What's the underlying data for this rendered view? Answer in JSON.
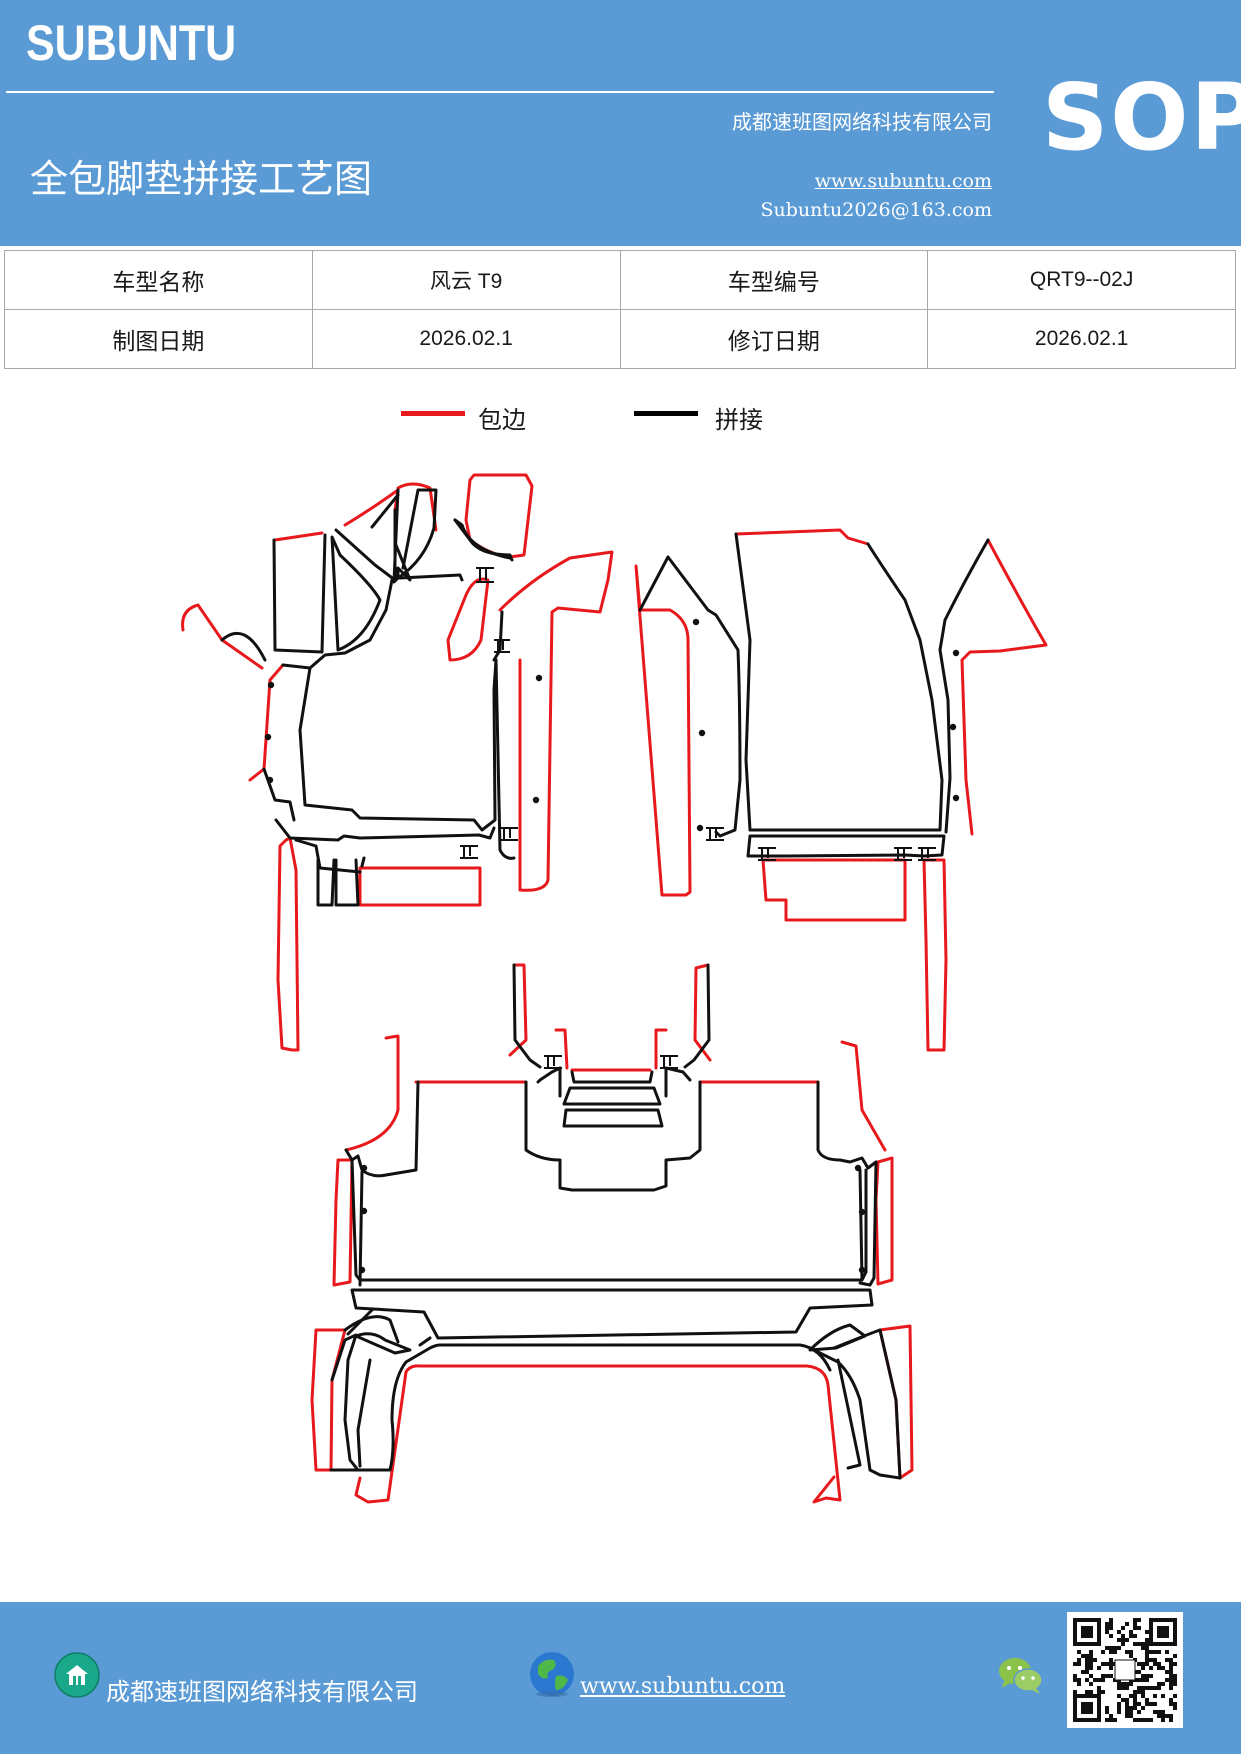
{
  "header": {
    "brand": "SUBUNTU",
    "company": "成都速班图网络科技有限公司",
    "title": "全包脚垫拼接工艺图",
    "website": "www.subuntu.com",
    "email": "Subuntu2026@163.com",
    "badge": "SOP"
  },
  "info_table": {
    "rows": [
      [
        {
          "label": "车型名称",
          "value": "风云 T9"
        },
        {
          "label": "车型编号",
          "value": "QRT9--02J"
        }
      ],
      [
        {
          "label": "制图日期",
          "value": "2026.02.1"
        },
        {
          "label": "修订日期",
          "value": "2026.02.1"
        }
      ]
    ]
  },
  "legend": {
    "items": [
      {
        "label": "包边",
        "color": "#e8191c"
      },
      {
        "label": "拼接",
        "color": "#000000"
      }
    ]
  },
  "drawing": {
    "edge_color": "#e8191c",
    "seam_color": "#111111"
  },
  "footer": {
    "company": "成都速班图网络科技有限公司",
    "website": "www.subuntu.com",
    "home_icon": "home-icon",
    "globe_icon": "globe-icon",
    "wechat_icon": "wechat-icon",
    "qr_icon": "qr-code-icon"
  },
  "colors": {
    "brand_blue": "#5b9bd5"
  }
}
